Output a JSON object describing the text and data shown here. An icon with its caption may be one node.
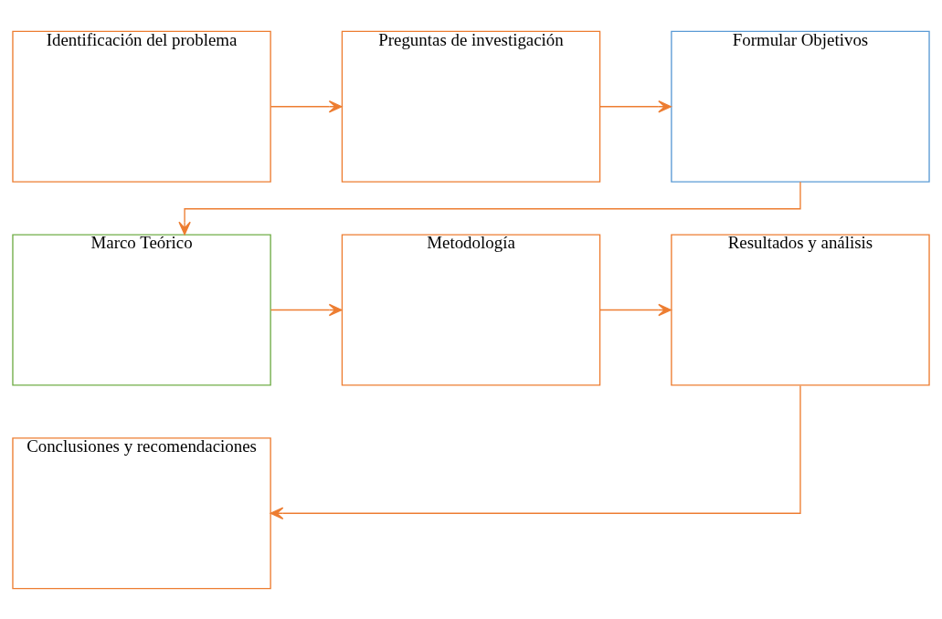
{
  "diagram": {
    "nodes": [
      {
        "text": [
          "Identificación del problema"
        ]
      },
      {
        "text": [
          "Preguntas de investigación"
        ]
      },
      {
        "text": [
          "Formular Objetivos"
        ]
      },
      {
        "text": [
          "Marco Teórico"
        ]
      },
      {
        "text": [
          "Metodología"
        ]
      },
      {
        "text": [
          "Resultados y análisis"
        ]
      },
      {
        "text": [
          "Conclusiones y recomendaciones"
        ]
      }
    ],
    "edges": [
      {
        "from": 0,
        "to": 1,
        "arrow": "to"
      },
      {
        "from": 1,
        "to": 2,
        "arrow": "to"
      },
      {
        "from": 2,
        "to": 3,
        "arrow": "to"
      },
      {
        "from": 3,
        "to": 4,
        "arrow": "to"
      },
      {
        "from": 4,
        "to": 5,
        "arrow": "to"
      },
      {
        "from": 5,
        "to": 6,
        "arrow": "to"
      }
    ]
  }
}
